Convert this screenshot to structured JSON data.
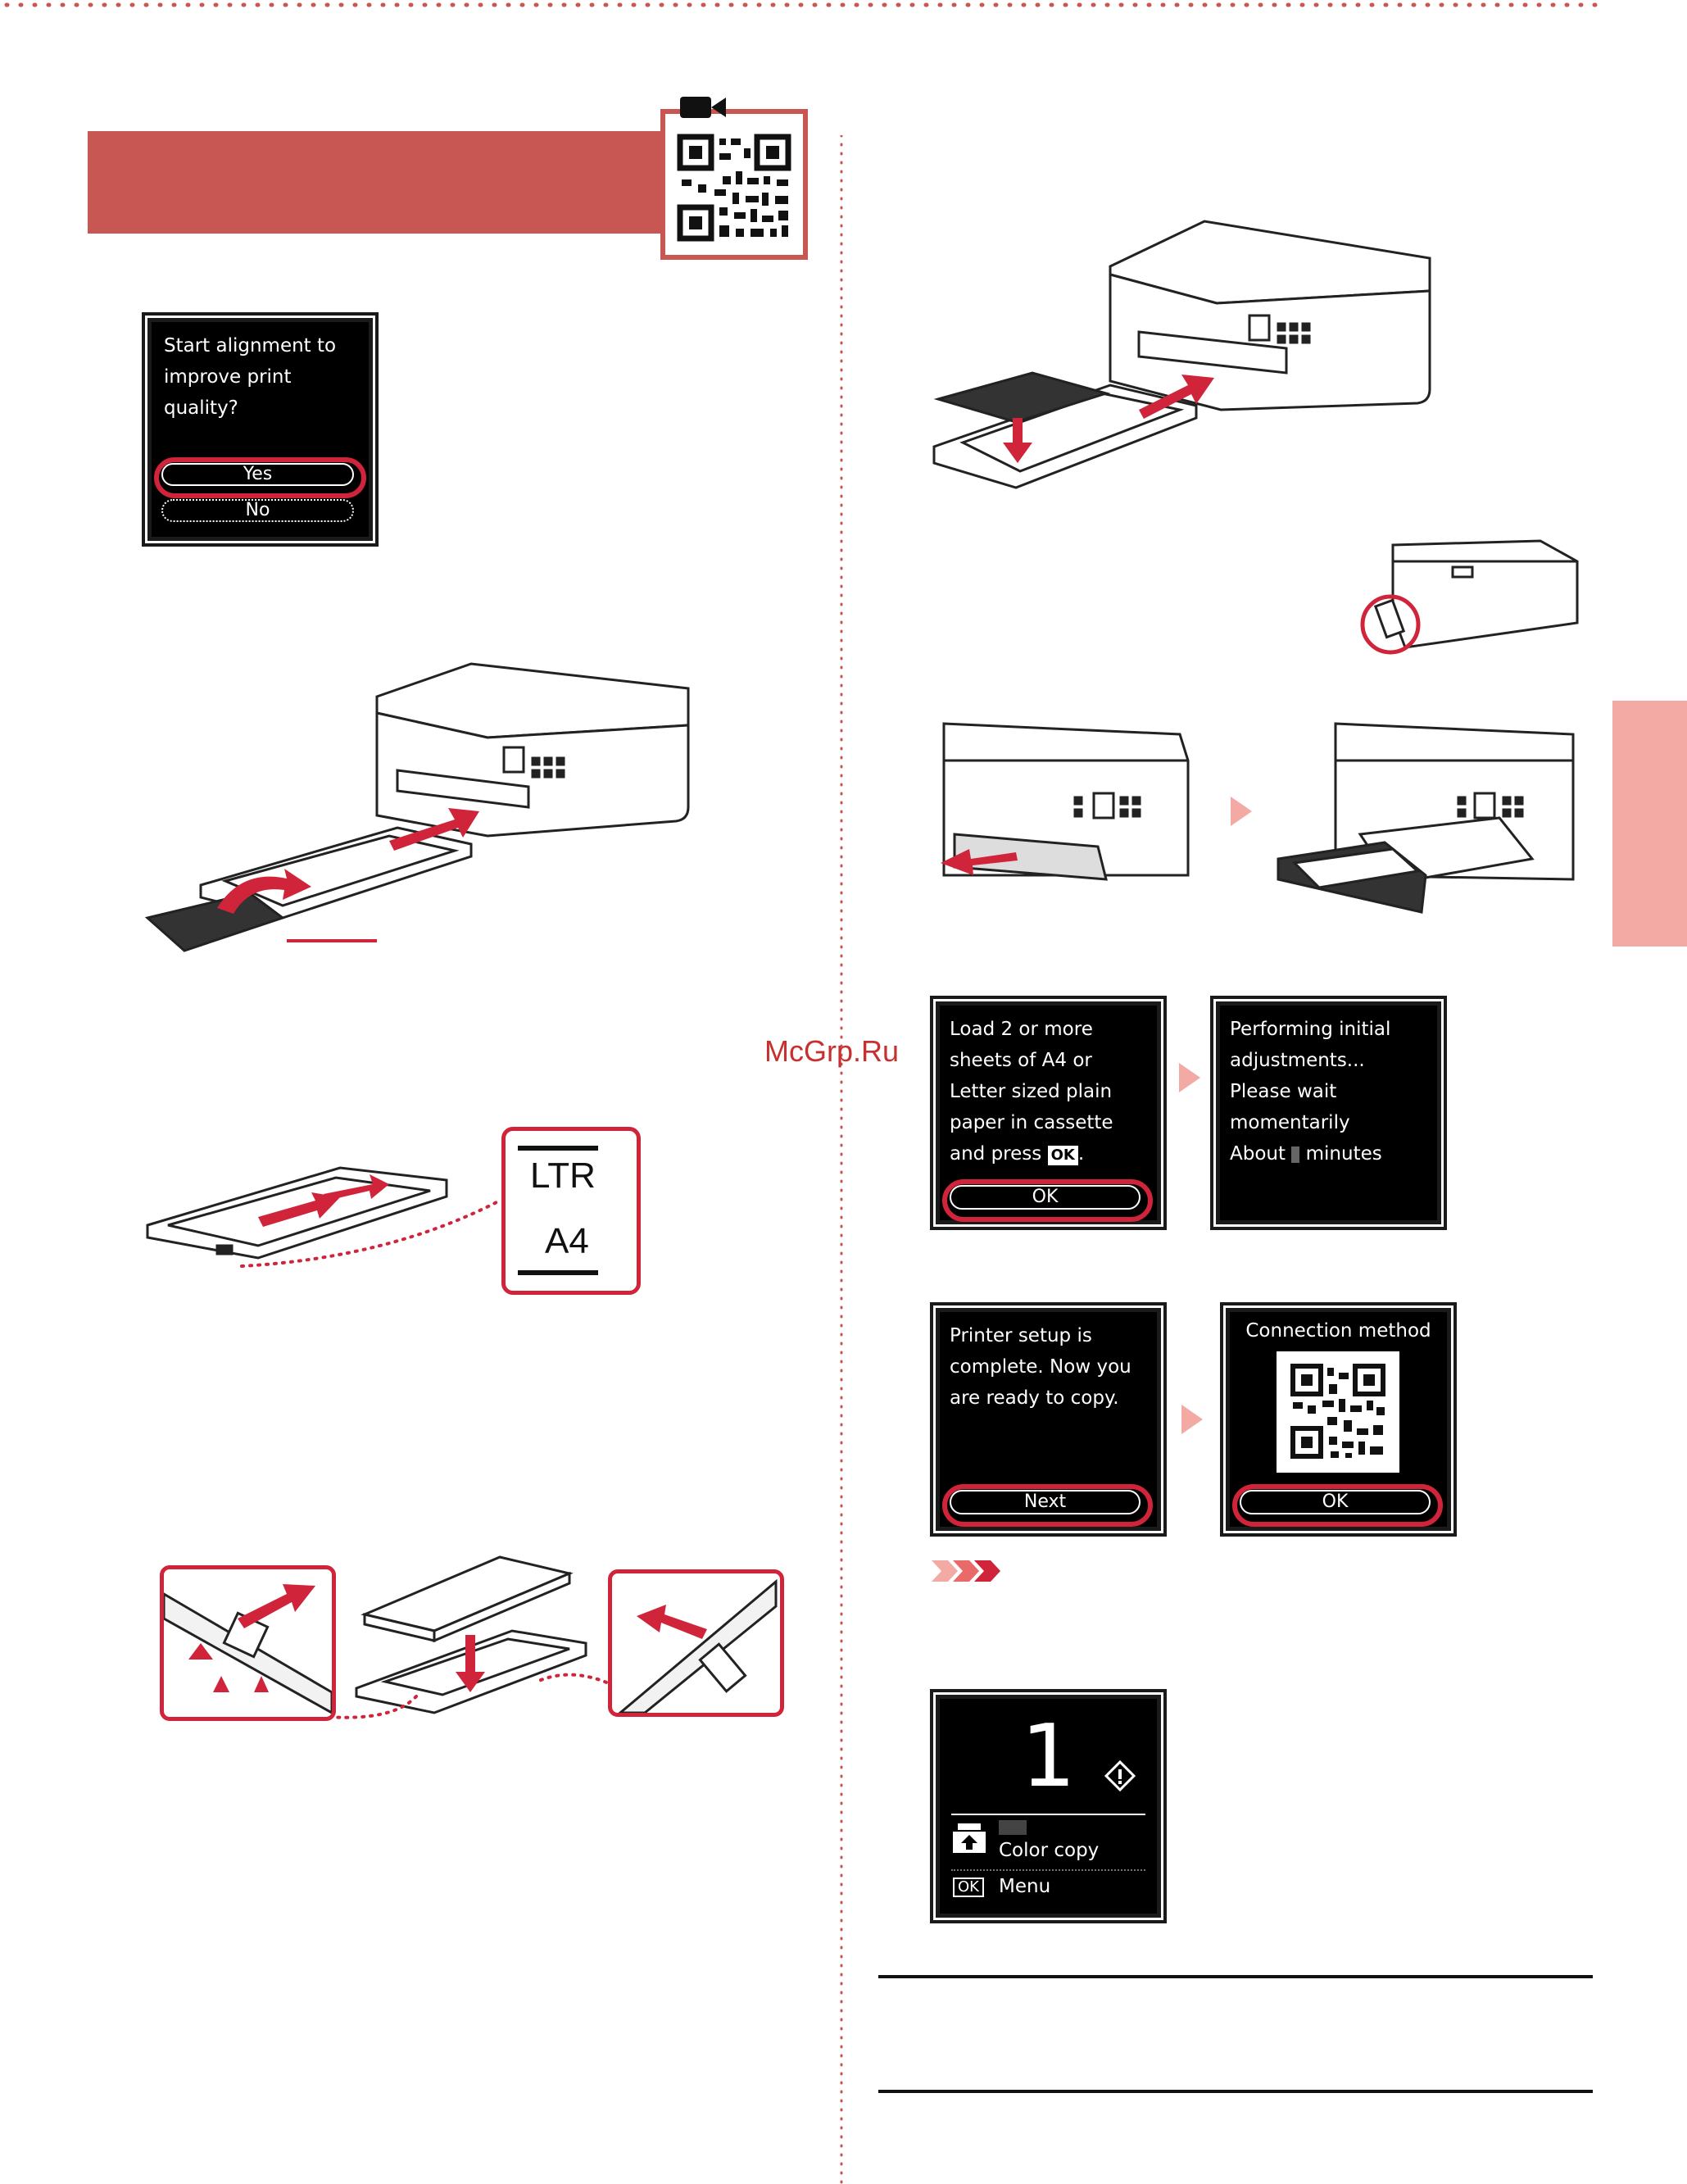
{
  "watermark": "McGrp.Ru",
  "screen_alignment": {
    "message": "Start alignment to\nimprove print\nquality?",
    "yes_label": "Yes",
    "no_label": "No"
  },
  "paper_size_label": {
    "top": "LTR",
    "bottom": "A4"
  },
  "screen_load_paper": {
    "message": "Load 2 or more\nsheets of A4 or\nLetter sized plain\npaper in cassette\nand press",
    "ok_key": "OK",
    "ok_label": "OK"
  },
  "screen_performing": {
    "message": "Performing initial\nadjustments...\nPlease wait\nmomentarily\nAbout",
    "minutes_word": "minutes"
  },
  "screen_setup_complete": {
    "message": "Printer setup is\ncomplete. Now you\nare ready to copy.",
    "next_label": "Next"
  },
  "screen_connection": {
    "title": "Connection method",
    "ok_label": "OK"
  },
  "screen_copy_home": {
    "copies": "1",
    "mode": "Color copy",
    "ok_key": "OK",
    "menu_label": "Menu"
  },
  "colors": {
    "accent_red": "#c85753",
    "highlight_red": "#d0243a",
    "side_tab_pink": "#f3aaa5"
  }
}
